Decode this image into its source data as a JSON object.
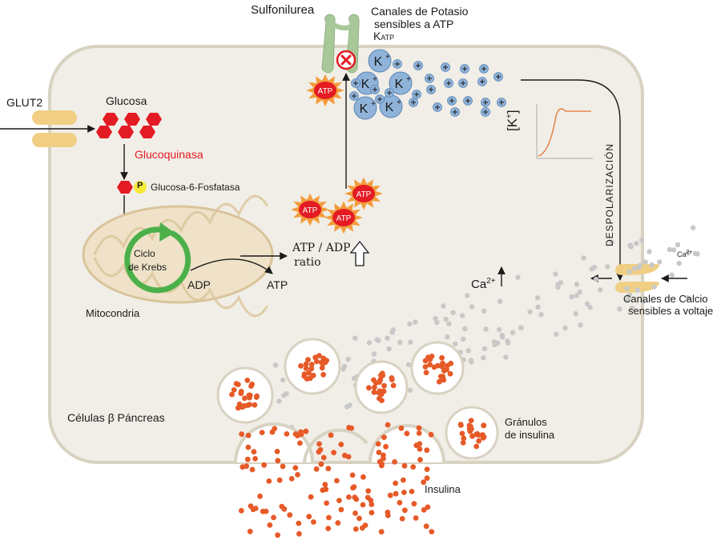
{
  "labels": {
    "sulfonilurea": "Sulfonilurea",
    "katp_line1": "Canales de Potasio",
    "katp_line2": "sensibles a ATP",
    "katp_symbol": "K",
    "katp_sub": "ATP",
    "glut2": "GLUT2",
    "glucosa": "Glucosa",
    "glucoquinasa": "Glucoquinasa",
    "phosphate": "P",
    "glucosa6p": "Glucosa-6-Fosfatasa",
    "ciclo_line1": "Ciclo",
    "ciclo_line2": "de Krebs",
    "mitocondria": "Mitocondria",
    "adp": "ADP",
    "atp": "ATP",
    "ratio_line1": "ATP / ADP",
    "ratio_line2": "ratio",
    "atp_badge": "ATP",
    "k_ion": "K",
    "k_ion_charge": "+",
    "k_conc": "[K",
    "k_conc_charge": "+",
    "k_conc_close": "]",
    "despolarizacion": "DESPOLARIZACIÓN",
    "ca_small": "Ca",
    "ca_small_charge": "2+",
    "ca_big": "Ca",
    "ca_big_charge": "2+",
    "calcio_line1": "Canales de Calcio",
    "calcio_line2": "sensibles a voltaje",
    "celulas": "Células β Páncreas",
    "granulos_line1": "Gránulos",
    "granulos_line2": "de insulina",
    "insulina": "Insulina"
  },
  "colors": {
    "cell_fill": "#f1eee7",
    "cell_stroke": "#d8d2c2",
    "channel_green": "#a8c89a",
    "glut_tan": "#f0cf85",
    "glucose_red": "#e31b23",
    "glucoquinasa_text": "#e31b23",
    "krebs_green": "#4cb04a",
    "mito_fill": "#efe2c8",
    "mito_stroke": "#d9c49a",
    "k_ion_blue": "#8fb3d9",
    "insulin_orange": "#e65a28",
    "calcium_gray": "#c8c8c8",
    "chart_line": "#e8864e"
  },
  "icons": [
    "close-icon",
    "arrow-up-outline-icon"
  ]
}
